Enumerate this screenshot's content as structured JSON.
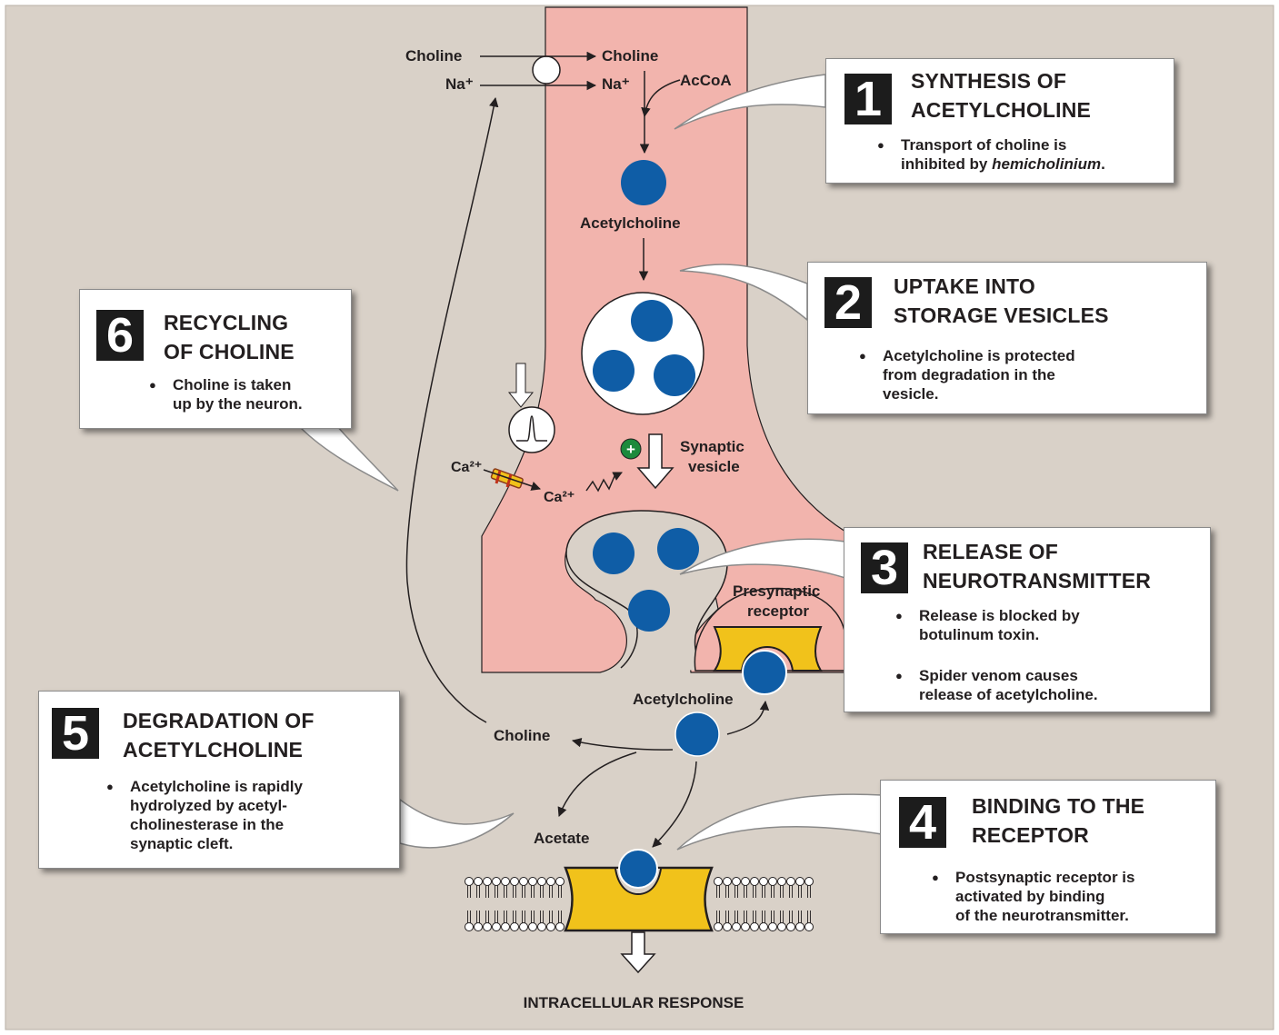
{
  "colors": {
    "background": "#d9d1c8",
    "neuron": "#f2b4ad",
    "vesicle_content": "#0f5da6",
    "receptor": "#f1c21b",
    "box": "#ffffff"
  },
  "labels": {
    "choline_outside": "Choline",
    "na_outside": "Na⁺",
    "choline_inside": "Choline",
    "na_inside": "Na⁺",
    "accoa": "AcCoA",
    "acetylcholine_top": "Acetylcholine",
    "synaptic_vesicle_1": "Synaptic",
    "synaptic_vesicle_2": "vesicle",
    "ca_outside": "Ca²⁺",
    "ca_inside": "Ca²⁺",
    "plus": "+",
    "presynaptic_1": "Presynaptic",
    "presynaptic_2": "receptor",
    "acetylcholine_cleft": "Acetylcholine",
    "choline_cleft": "Choline",
    "acetate": "Acetate",
    "intracellular": "INTRACELLULAR RESPONSE"
  },
  "steps": [
    {
      "number": "1",
      "title": [
        "SYNTHESIS OF",
        "ACETYLCHOLINE"
      ],
      "bullets": [
        {
          "lines": [
            "Transport of choline is"
          ],
          "last_prefix": "inhibited by ",
          "last_italic": "hemicholinium",
          "last_suffix": "."
        }
      ]
    },
    {
      "number": "2",
      "title": [
        "UPTAKE INTO",
        "STORAGE VESICLES"
      ],
      "bullets": [
        {
          "lines": [
            "Acetylcholine is protected",
            "from degradation in the",
            "vesicle."
          ]
        }
      ]
    },
    {
      "number": "3",
      "title": [
        "RELEASE OF",
        "NEUROTRANSMITTER"
      ],
      "bullets": [
        {
          "lines": [
            "Release is blocked by",
            "botulinum toxin."
          ]
        },
        {
          "lines": [
            "Spider venom causes",
            "release of acetylcholine."
          ]
        }
      ]
    },
    {
      "number": "4",
      "title": [
        "BINDING TO THE",
        "RECEPTOR"
      ],
      "bullets": [
        {
          "lines": [
            "Postsynaptic receptor is",
            "activated by binding",
            "of the neurotransmitter."
          ]
        }
      ]
    },
    {
      "number": "5",
      "title": [
        "DEGRADATION OF",
        "ACETYLCHOLINE"
      ],
      "bullets": [
        {
          "lines": [
            "Acetylcholine is rapidly",
            "hydrolyzed by acetyl-",
            "cholinesterase in the",
            "synaptic cleft."
          ]
        }
      ]
    },
    {
      "number": "6",
      "title": [
        "RECYCLING",
        "OF CHOLINE"
      ],
      "bullets": [
        {
          "lines": [
            "Choline is taken",
            "up by the neuron."
          ]
        }
      ]
    }
  ]
}
